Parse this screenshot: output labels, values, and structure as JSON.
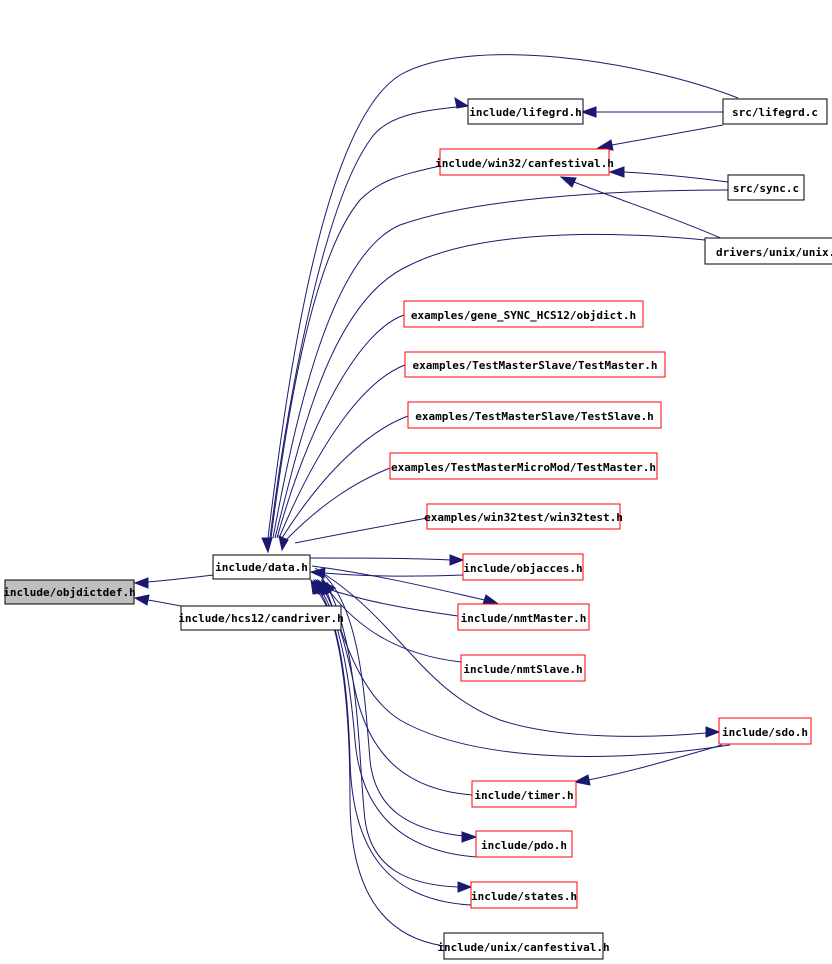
{
  "graph": {
    "nodes": {
      "objdictdef": "include/objdictdef.h",
      "data": "include/data.h",
      "candriver": "include/hcs12/candriver.h",
      "lifegrd_h": "include/lifegrd.h",
      "lifegrd_c": "src/lifegrd.c",
      "canfestival_win32": "include/win32/canfestival.h",
      "sync_c": "src/sync.c",
      "unix_c": "drivers/unix/unix.c",
      "gene_sync": "examples/gene_SYNC_HCS12/objdict.h",
      "tms_master": "examples/TestMasterSlave/TestMaster.h",
      "tms_slave": "examples/TestMasterSlave/TestSlave.h",
      "tmmm_master": "examples/TestMasterMicroMod/TestMaster.h",
      "win32test": "examples/win32test/win32test.h",
      "objacces": "include/objacces.h",
      "nmtMaster": "include/nmtMaster.h",
      "nmtSlave": "include/nmtSlave.h",
      "sdo": "include/sdo.h",
      "timer": "include/timer.h",
      "pdo": "include/pdo.h",
      "states": "include/states.h",
      "canfestival_unix": "include/unix/canfestival.h"
    }
  }
}
